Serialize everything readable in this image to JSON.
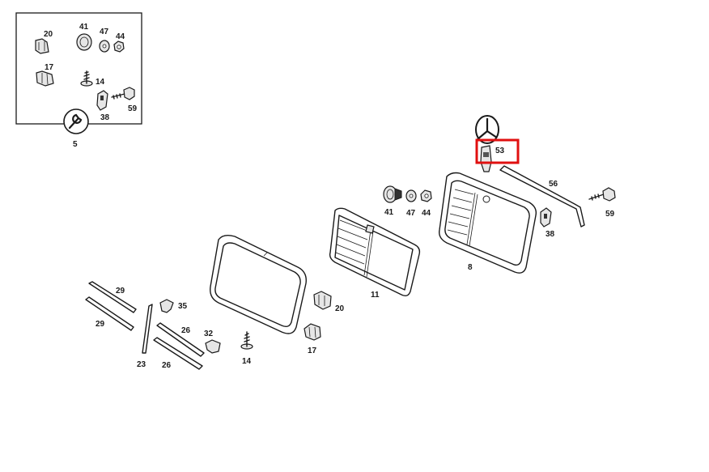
{
  "highlight_color": "#e01010",
  "inset": {
    "labels": {
      "p20": "20",
      "p41": "41",
      "p47": "47",
      "p44": "44",
      "p17": "17",
      "p14": "14",
      "p59": "59",
      "p38": "38",
      "p5": "5"
    },
    "icon": "wrench-icon"
  },
  "labels": {
    "p53": "53",
    "p56": "56",
    "p59": "59",
    "p41": "41",
    "p47": "47",
    "p44": "44",
    "p38": "38",
    "p8": "8",
    "p11": "11",
    "p20": "20",
    "p17": "17",
    "p14": "14",
    "p29a": "29",
    "p29b": "29",
    "p35": "35",
    "p26a": "26",
    "p32": "32",
    "p23": "23",
    "p26b": "26"
  },
  "highlighted_part": "53"
}
